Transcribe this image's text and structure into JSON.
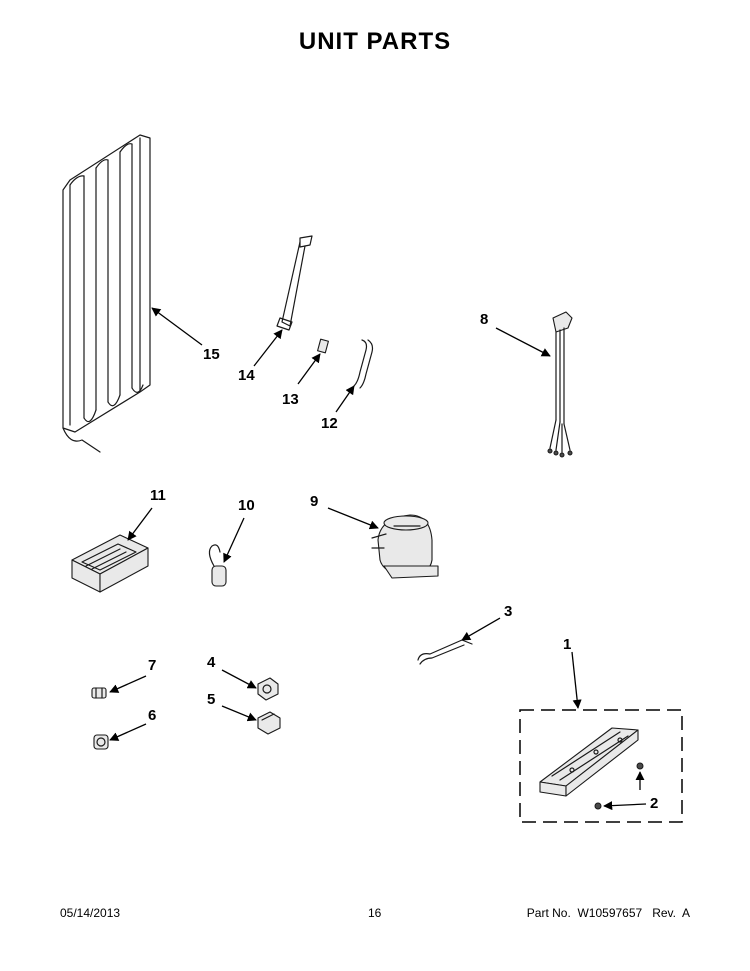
{
  "title": "UNIT PARTS",
  "callouts": {
    "c1": "1",
    "c2": "2",
    "c3": "3",
    "c4": "4",
    "c5": "5",
    "c6": "6",
    "c7": "7",
    "c8": "8",
    "c9": "9",
    "c10": "10",
    "c11": "11",
    "c12": "12",
    "c13": "13",
    "c14": "14",
    "c15": "15"
  },
  "footer": {
    "date": "05/14/2013",
    "page": "16",
    "part_number": "Part No.  W10597657   Rev.  A"
  }
}
